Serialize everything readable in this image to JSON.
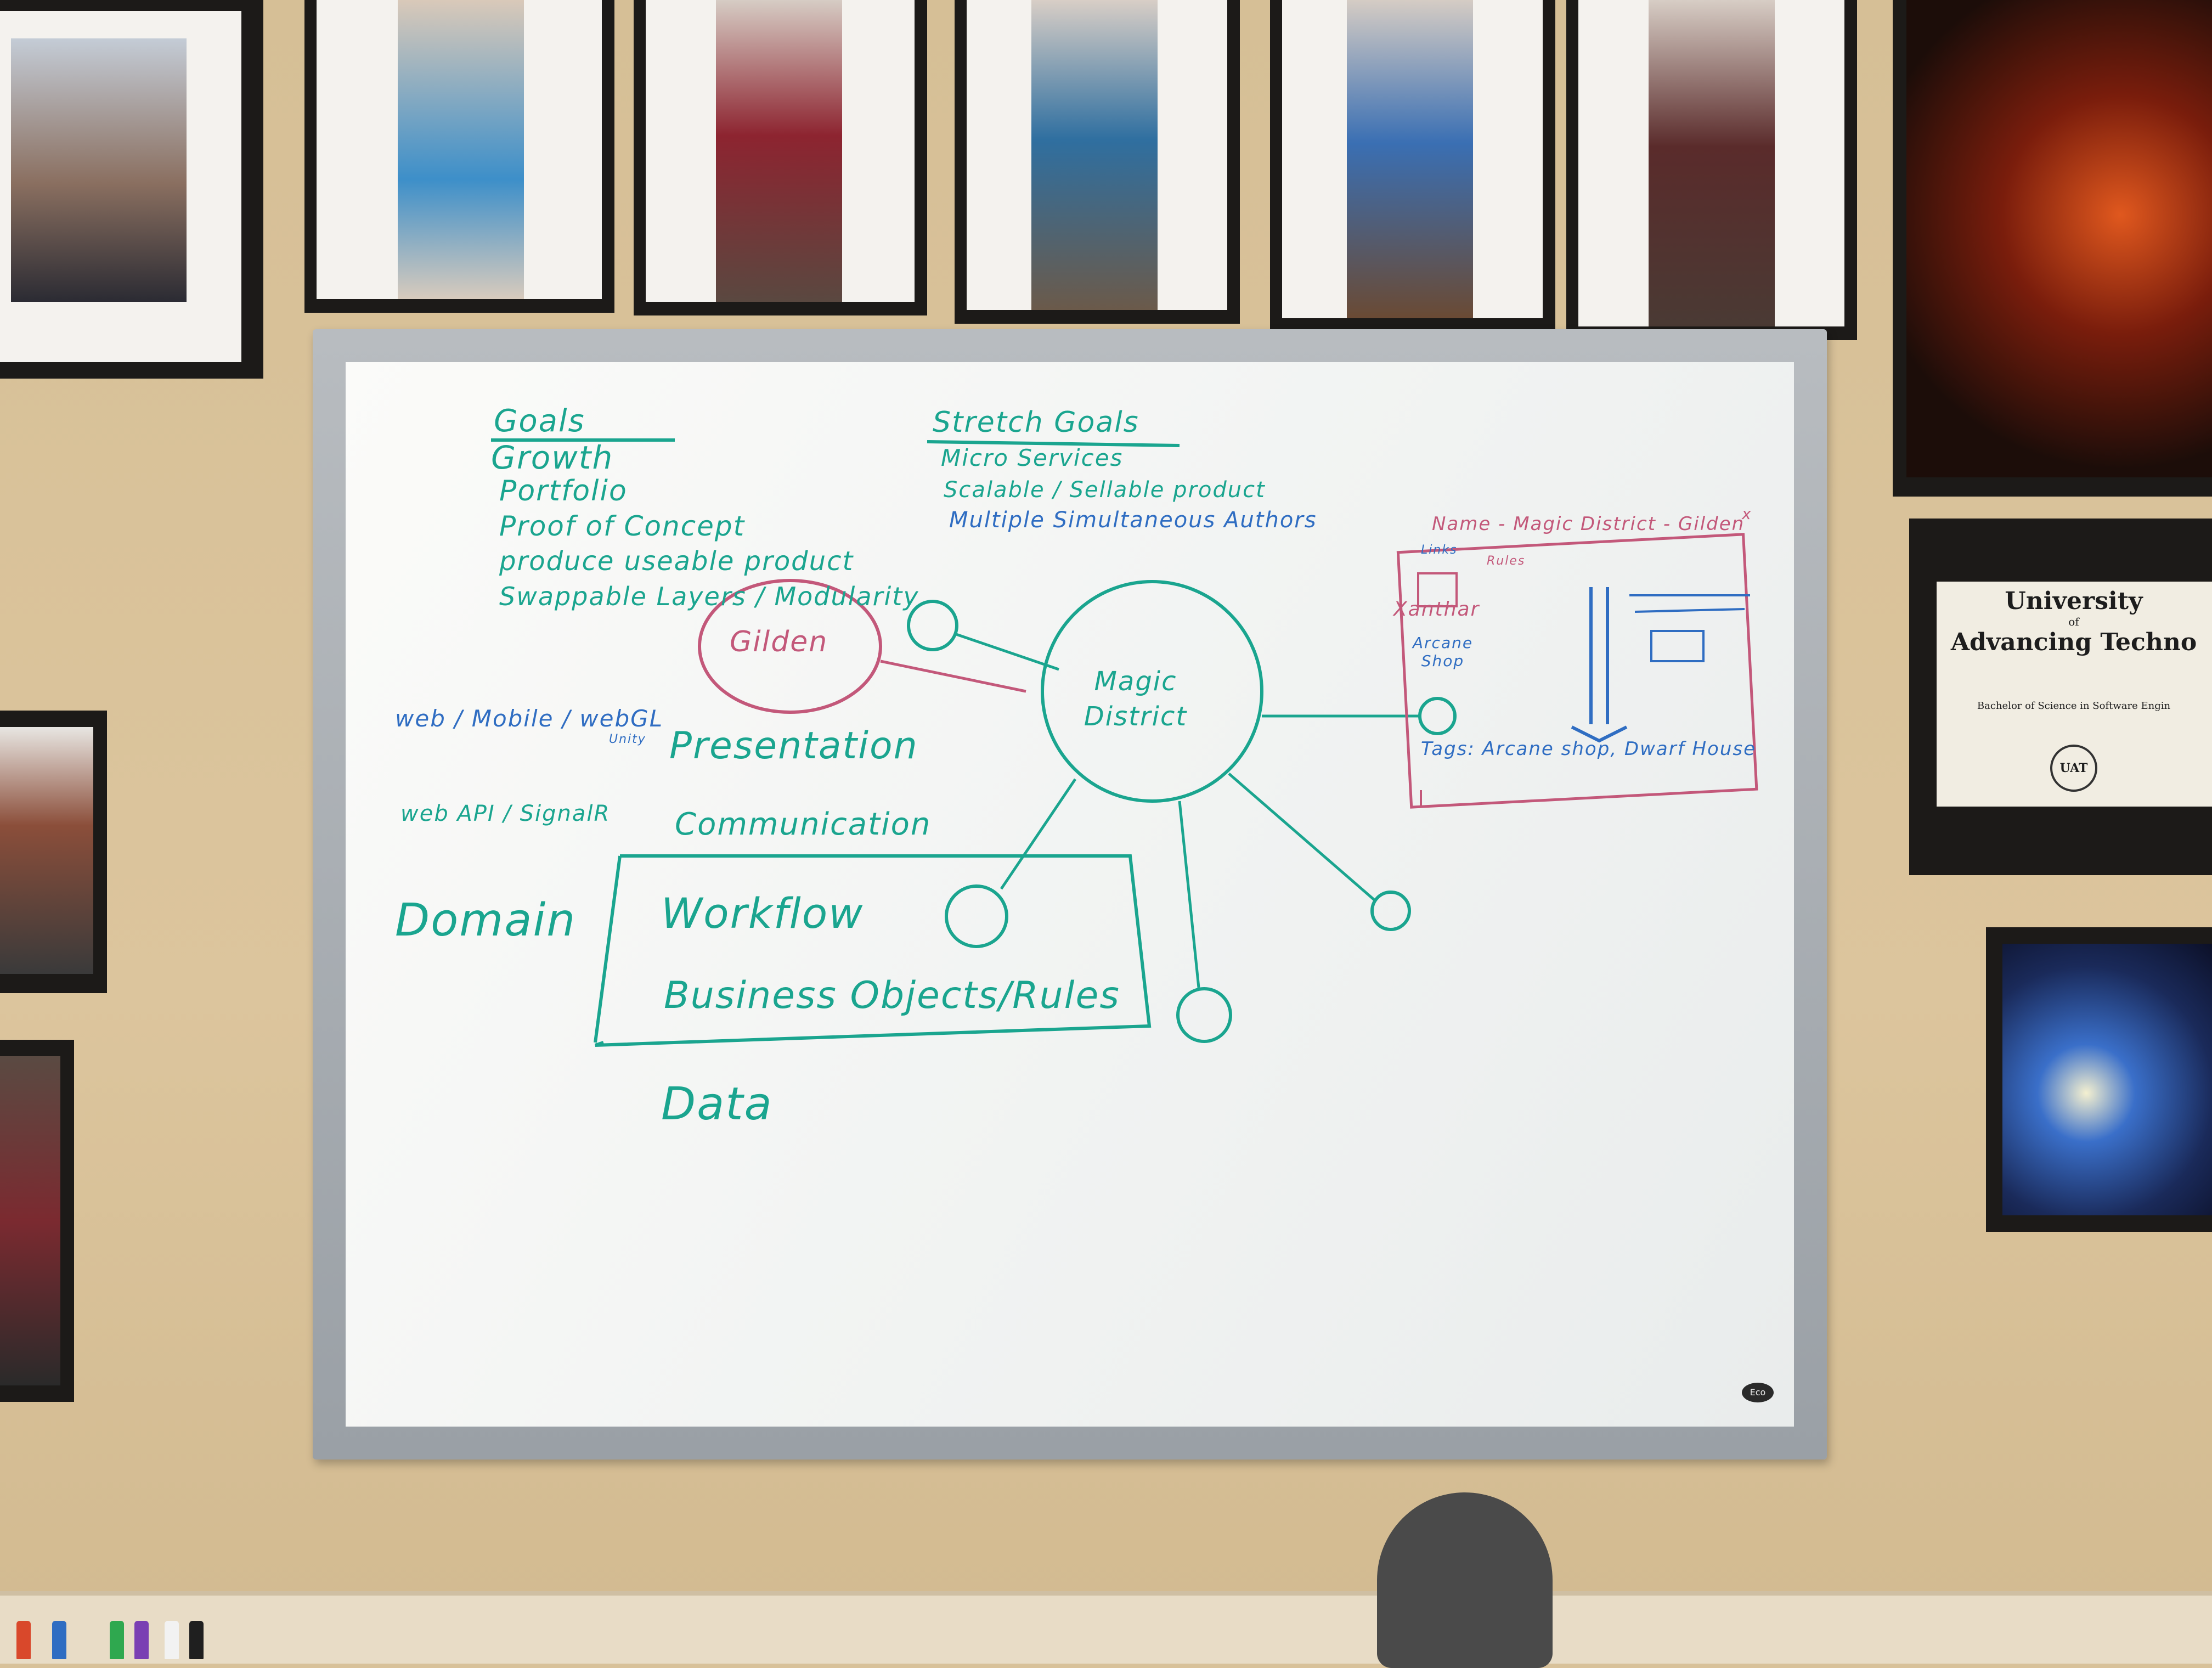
{
  "board": {
    "goals_heading": "Goals",
    "goals": [
      "Growth",
      "Portfolio",
      "Proof of Concept",
      "produce useable product",
      "Swappable Layers / Modularity"
    ],
    "stretch_heading": "Stretch Goals",
    "stretch": [
      "Micro Services",
      "Scalable / Sellable product",
      "Multiple Simultaneous Authors"
    ],
    "gilden": "Gilden",
    "magic_district": "Magic District",
    "xanthar": "Xanthar",
    "arcane_shop": "Arcane Shop",
    "layers": {
      "presentation_prefix": "web / Mobile / webGL",
      "unity": "Unity",
      "presentation": "Presentation",
      "communication_prefix": "web API / SignalR",
      "communication": "Communication",
      "domain": "Domain",
      "workflow": "Workflow",
      "business": "Business Objects/Rules",
      "data": "Data"
    },
    "mockup": {
      "title": "Name - Magic District - Gilden",
      "close": "x",
      "links": "Links",
      "rules": "Rules",
      "tags": "Tags: Arcane shop, Dwarf House"
    },
    "board_logo": "Eco"
  },
  "diploma": {
    "line1": "University",
    "line2": "of",
    "line3": "Advancing Techno",
    "degree": "Bachelor of Science in Software Engin",
    "seal": "UAT"
  },
  "colors": {
    "marker_green": "#1aa58f",
    "marker_blue": "#2f6dc2",
    "marker_pink": "#c3587a"
  }
}
